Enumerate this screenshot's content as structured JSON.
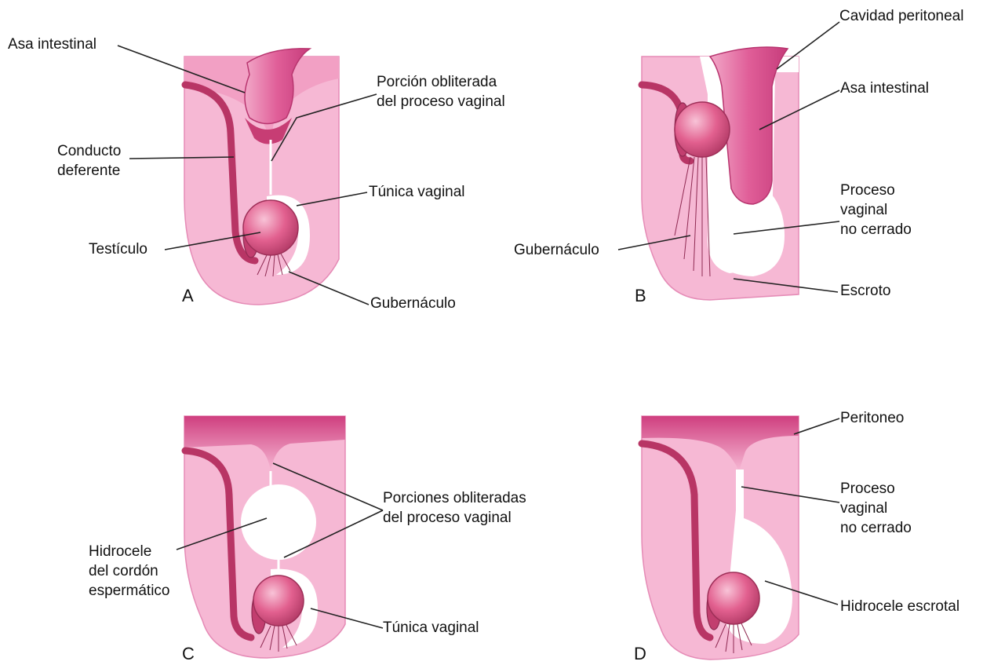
{
  "colors": {
    "tissue": "#f6b8d4",
    "tissue_dark": "#e58bb6",
    "cord": "#b83565",
    "cord_light": "#d95a8a",
    "testis": "#e2608f",
    "testis_highlight": "#f7b9d0",
    "intestine": "#dc4f8f",
    "peritoneum": "#d24a86",
    "cavity": "#ffffff",
    "leader": "#222222"
  },
  "panels": {
    "a": {
      "letter": "A",
      "labels": {
        "asa_intestinal": "Asa intestinal",
        "porcion_obliterada_1": "Porción obliterada",
        "porcion_obliterada_2": "del proceso vaginal",
        "conducto_1": "Conducto",
        "conducto_2": "deferente",
        "tunica": "Túnica vaginal",
        "testiculo": "Testículo",
        "gubernaculo": "Gubernáculo"
      }
    },
    "b": {
      "letter": "B",
      "labels": {
        "cavidad": "Cavidad peritoneal",
        "asa_intestinal": "Asa intestinal",
        "proceso_1": "Proceso",
        "proceso_2": "vaginal",
        "proceso_3": "no cerrado",
        "gubernaculo": "Gubernáculo",
        "escroto": "Escroto"
      }
    },
    "c": {
      "letter": "C",
      "labels": {
        "porciones_1": "Porciones obliteradas",
        "porciones_2": "del proceso vaginal",
        "hidrocele_1": "Hidrocele",
        "hidrocele_2": "del cordón",
        "hidrocele_3": "espermático",
        "tunica": "Túnica vaginal"
      }
    },
    "d": {
      "letter": "D",
      "labels": {
        "peritoneo": "Peritoneo",
        "proceso_1": "Proceso",
        "proceso_2": "vaginal",
        "proceso_3": "no cerrado",
        "hidrocele": "Hidrocele escrotal"
      }
    }
  }
}
